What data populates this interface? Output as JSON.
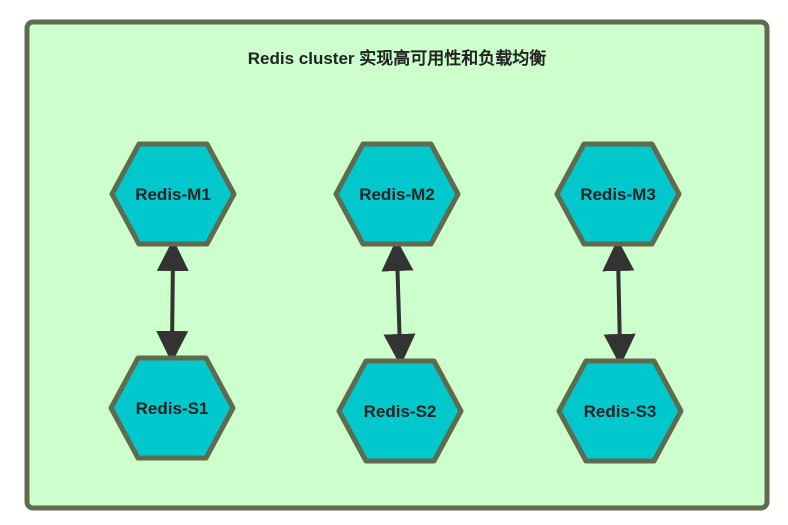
{
  "title": "Redis cluster 实现高可用性和负载均衡",
  "colors": {
    "panel_fill": "#ccffcc",
    "panel_border": "#5f6b4f",
    "node_fill": "#00c8cc",
    "node_border": "#5f6b4f",
    "arrow": "#333333"
  },
  "pairs": [
    {
      "master": "Redis-M1",
      "slave": "Redis-S1"
    },
    {
      "master": "Redis-M2",
      "slave": "Redis-S2"
    },
    {
      "master": "Redis-M3",
      "slave": "Redis-S3"
    }
  ]
}
